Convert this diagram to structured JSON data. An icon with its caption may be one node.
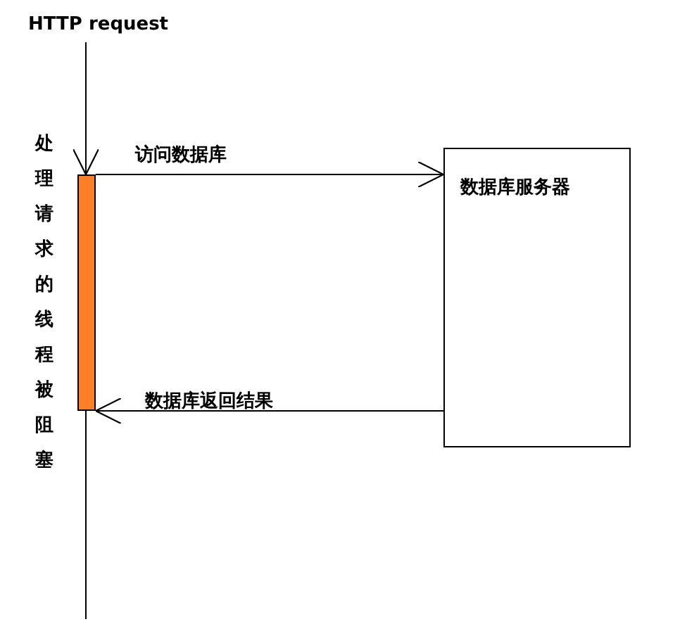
{
  "diagram": {
    "nodes": [
      {
        "text": [
          "HTTP request"
        ]
      },
      {
        "text": [],
        "shape": "bar"
      },
      {
        "text": [
          "数据库服务器"
        ]
      }
    ],
    "edges": [
      {
        "from": 0,
        "to": 1,
        "arrow": "to"
      },
      {
        "from": 1,
        "to": 2,
        "arrow": "to",
        "label": "访问数据库"
      },
      {
        "from": 2,
        "to": 1,
        "arrow": "to",
        "label": "数据库返回结果"
      }
    ],
    "labels": [
      "处理请求的线程被阻塞"
    ]
  }
}
